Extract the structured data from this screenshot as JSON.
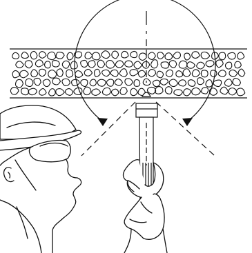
{
  "diagram": {
    "colors": {
      "ink": "#111111",
      "paper": "#ffffff"
    },
    "components": [
      "concrete-ceiling-slab",
      "aggregate-stones",
      "rotation-arc-arrows",
      "vertical-center-axis",
      "dashed-angle-lines",
      "drill-rod-with-bit",
      "hands-holding-rod",
      "worker-with-hard-hat-and-goggles"
    ]
  }
}
